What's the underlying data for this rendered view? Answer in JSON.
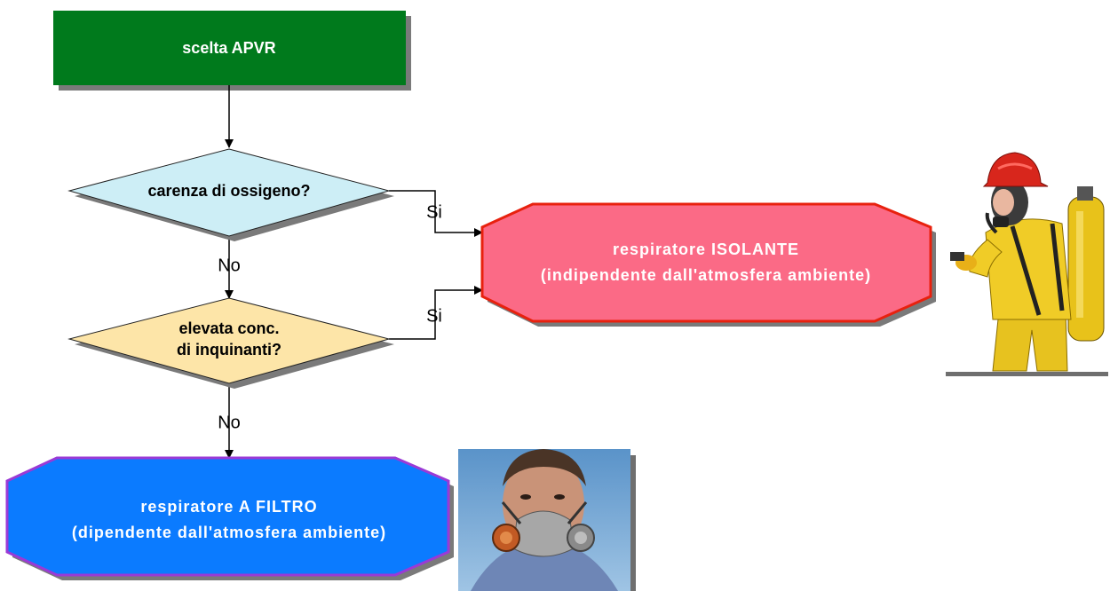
{
  "nodes": {
    "start": {
      "label": "scelta APVR",
      "color": "#007a1c"
    },
    "oxygen": {
      "label": "carenza di ossigeno?",
      "color": "#cdeef6"
    },
    "pollutants": {
      "line1": "elevata conc.",
      "line2": "di inquinanti?",
      "color": "#fde5a8"
    },
    "isolating": {
      "line1": "respiratore ISOLANTE",
      "line2": "(indipendente dall'atmosfera ambiente)",
      "color": "#fb6a86"
    },
    "filter": {
      "line1": "respiratore A FILTRO",
      "line2": "(dipendente dall'atmosfera ambiente)",
      "color": "#0b7bff"
    }
  },
  "edges": {
    "oxygen_yes": "Si",
    "oxygen_no": "No",
    "pollutants_yes": "Si",
    "pollutants_no": "No"
  },
  "images": {
    "isolating_photo_icon": "scba-firefighter-icon",
    "filter_photo_icon": "half-mask-respirator-icon"
  }
}
